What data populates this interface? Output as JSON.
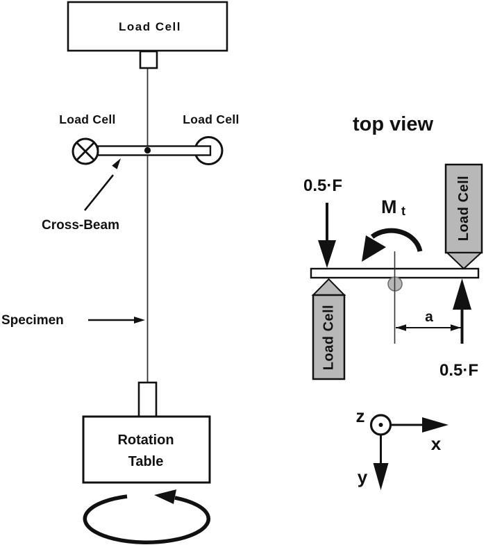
{
  "colors": {
    "ink": "#111111",
    "load_cell_fill": "#b8b8b8",
    "specimen_section_outline": "#6e6e6e",
    "background": "#ffffff"
  },
  "front_view": {
    "top_load_cell": "Load Cell",
    "left_load_cell": "Load Cell",
    "right_load_cell": "Load Cell",
    "cross_beam": "Cross-Beam",
    "specimen": "Specimen",
    "rotation_table": [
      "Rotation",
      "Table"
    ]
  },
  "top_view": {
    "title": "top view",
    "force_upper": "0.5·F",
    "force_lower": "0.5·F",
    "moment": "M",
    "moment_sub": "t",
    "load_cell_right": "Load Cell",
    "load_cell_left": "Load Cell",
    "dimension": "a",
    "axes": {
      "x": "x",
      "y": "y",
      "z": "z"
    }
  }
}
